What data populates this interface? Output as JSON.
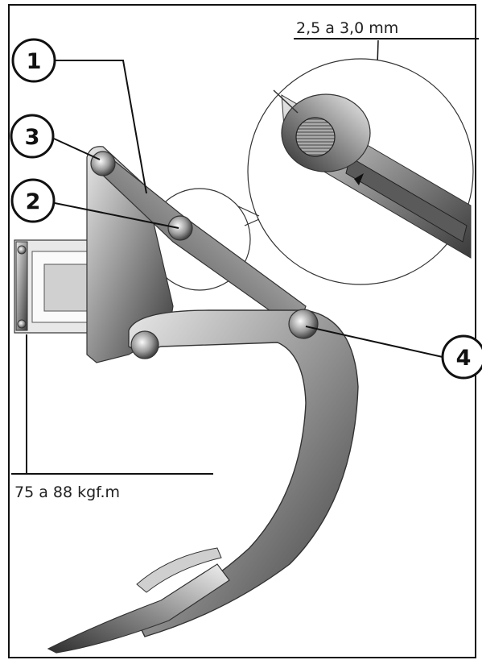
{
  "callouts": [
    {
      "number": "1"
    },
    {
      "number": "2"
    },
    {
      "number": "3"
    },
    {
      "number": "4"
    }
  ],
  "dimension_gap": "2,5 a 3,0 mm",
  "torque_spec": "75 a 88 kgf.m"
}
